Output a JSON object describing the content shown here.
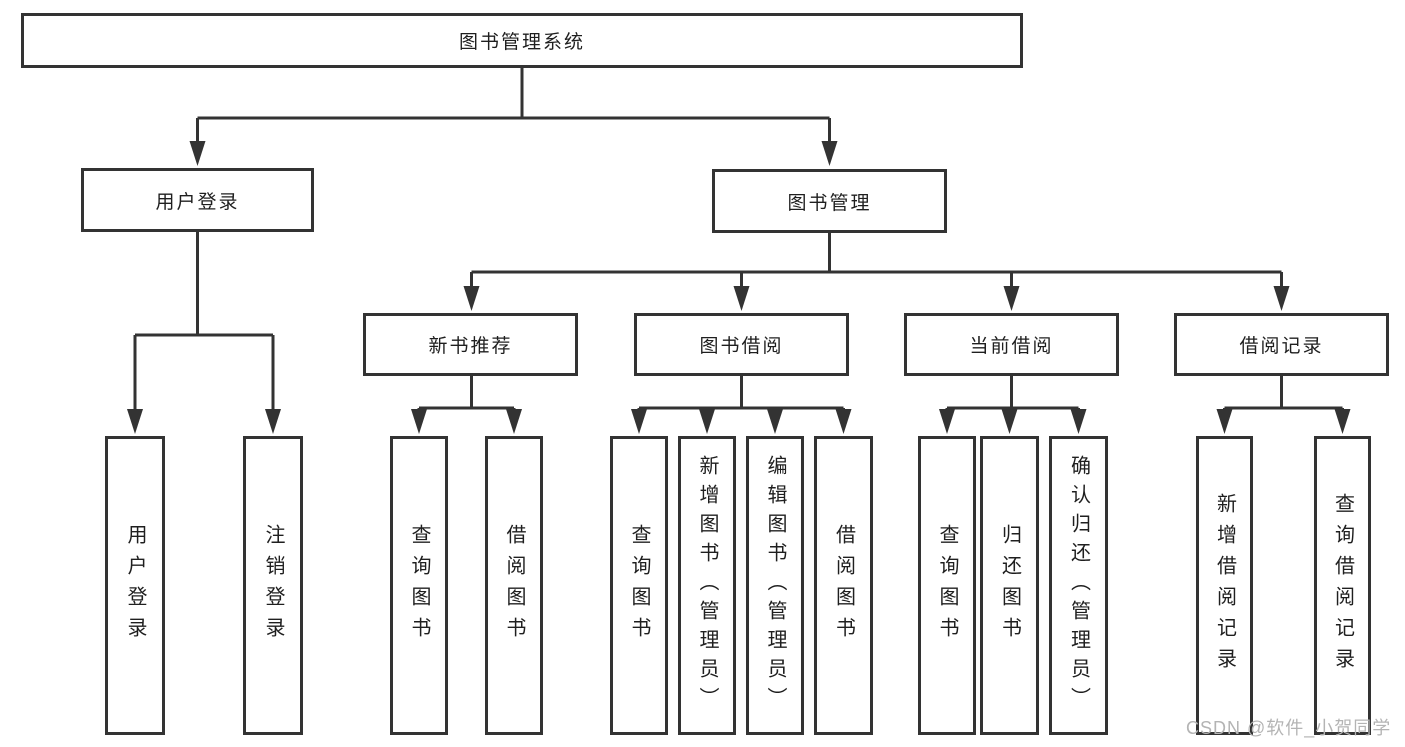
{
  "diagram": {
    "colors": {
      "line": "#333333",
      "box_border": "#333333",
      "text": "#1f1f1f",
      "background": "#ffffff",
      "watermark_text_color": "#b4b4b4"
    },
    "watermark": "CSDN @软件_小贺同学",
    "nodes": {
      "root": {
        "label": "图书管理系统"
      },
      "user_login": {
        "label": "用户登录"
      },
      "book_mgmt": {
        "label": "图书管理"
      },
      "new_book_rec": {
        "label": "新书推荐"
      },
      "book_borrow": {
        "label": "图书借阅"
      },
      "current_borrow": {
        "label": "当前借阅"
      },
      "borrow_records": {
        "label": "借阅记录"
      },
      "leaf_user_login": {
        "label": "用户登录"
      },
      "leaf_logout": {
        "label": "注销登录"
      },
      "leaf_query_book_1": {
        "label": "查询图书"
      },
      "leaf_borrow_book_1": {
        "label": "借阅图书"
      },
      "leaf_query_book_2": {
        "label": "查询图书"
      },
      "leaf_add_book": {
        "label": "新增图书（管理员）"
      },
      "leaf_edit_book": {
        "label": "编辑图书（管理员）"
      },
      "leaf_borrow_book_2": {
        "label": "借阅图书"
      },
      "leaf_query_book_3": {
        "label": "查询图书"
      },
      "leaf_return_book": {
        "label": "归还图书"
      },
      "leaf_confirm_return": {
        "label": "确认归还（管理员）"
      },
      "leaf_add_borrow_record": {
        "label": "新增借阅记录"
      },
      "leaf_query_borrow_record": {
        "label": "查询借阅记录"
      }
    }
  }
}
